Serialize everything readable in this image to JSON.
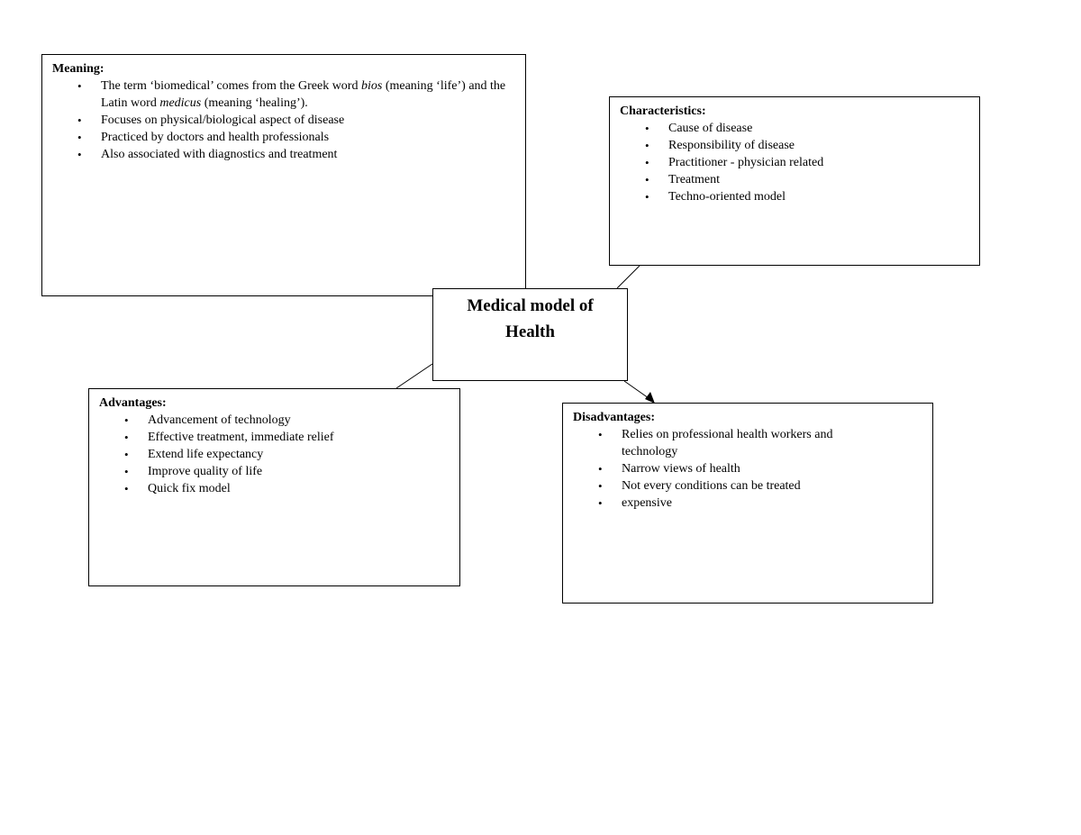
{
  "center": {
    "title": "Medical model of Health"
  },
  "meaning": {
    "title": "Meaning:",
    "items": [
      {
        "parts": [
          {
            "text": "The  term ‘biomedical’ comes from the Greek word ",
            "italic": false
          },
          {
            "text": "bios",
            "italic": true
          },
          {
            "text": " (meaning ‘life’) and the Latin word ",
            "italic": false
          },
          {
            "text": "medicus",
            "italic": true
          },
          {
            "text": " (meaning ‘healing’).",
            "italic": false
          }
        ]
      },
      {
        "parts": [
          {
            "text": "Focuses on physical/biological aspect of disease",
            "italic": false
          }
        ]
      },
      {
        "parts": [
          {
            "text": "Practiced by doctors and health professionals",
            "italic": false
          }
        ]
      },
      {
        "parts": [
          {
            "text": "Also associated with diagnostics and treatment",
            "italic": false
          }
        ]
      }
    ]
  },
  "characteristics": {
    "title": "Characteristics:",
    "items": [
      "Cause of disease",
      "Responsibility of disease",
      "Practitioner - physician related",
      "Treatment",
      "Techno-oriented model"
    ]
  },
  "advantages": {
    "title": "Advantages:",
    "items": [
      "Advancement of technology",
      "Effective treatment, immediate relief",
      "Extend life expectancy",
      "Improve quality of life",
      "Quick fix model"
    ]
  },
  "disadvantages": {
    "title": "Disadvantages:",
    "items": [
      "Relies on professional health workers and technology",
      "Narrow views of health",
      "Not every conditions can be treated",
      "expensive"
    ]
  },
  "bullet_glyph": "•"
}
